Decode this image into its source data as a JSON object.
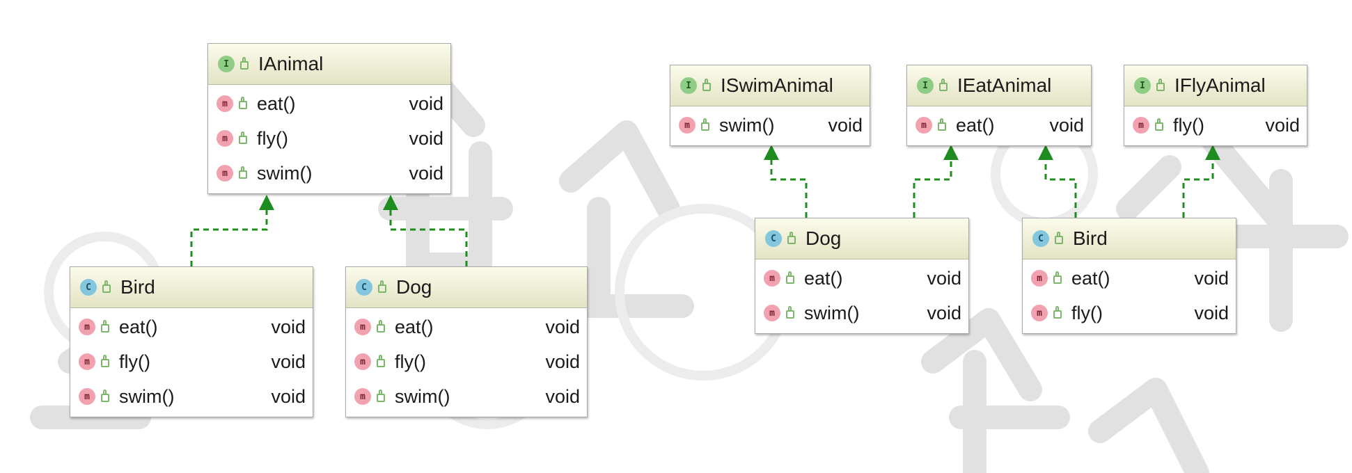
{
  "diagram": {
    "left": {
      "interface": {
        "name": "IAnimal",
        "kind_badge": "I",
        "methods": [
          {
            "name": "eat()",
            "type": "void"
          },
          {
            "name": "fly()",
            "type": "void"
          },
          {
            "name": "swim()",
            "type": "void"
          }
        ]
      },
      "classes": [
        {
          "name": "Bird",
          "kind_badge": "C",
          "implements": [
            "IAnimal"
          ],
          "methods": [
            {
              "name": "eat()",
              "type": "void"
            },
            {
              "name": "fly()",
              "type": "void"
            },
            {
              "name": "swim()",
              "type": "void"
            }
          ]
        },
        {
          "name": "Dog",
          "kind_badge": "C",
          "implements": [
            "IAnimal"
          ],
          "methods": [
            {
              "name": "eat()",
              "type": "void"
            },
            {
              "name": "fly()",
              "type": "void"
            },
            {
              "name": "swim()",
              "type": "void"
            }
          ]
        }
      ]
    },
    "right": {
      "interfaces": [
        {
          "name": "ISwimAnimal",
          "kind_badge": "I",
          "methods": [
            {
              "name": "swim()",
              "type": "void"
            }
          ]
        },
        {
          "name": "IEatAnimal",
          "kind_badge": "I",
          "methods": [
            {
              "name": "eat()",
              "type": "void"
            }
          ]
        },
        {
          "name": "IFlyAnimal",
          "kind_badge": "I",
          "methods": [
            {
              "name": "fly()",
              "type": "void"
            }
          ]
        }
      ],
      "classes": [
        {
          "name": "Dog",
          "kind_badge": "C",
          "implements": [
            "ISwimAnimal",
            "IEatAnimal"
          ],
          "methods": [
            {
              "name": "eat()",
              "type": "void"
            },
            {
              "name": "swim()",
              "type": "void"
            }
          ]
        },
        {
          "name": "Bird",
          "kind_badge": "C",
          "implements": [
            "IEatAnimal",
            "IFlyAnimal"
          ],
          "methods": [
            {
              "name": "eat()",
              "type": "void"
            },
            {
              "name": "fly()",
              "type": "void"
            }
          ]
        }
      ]
    },
    "method_badge": "m",
    "colors": {
      "arrow": "#1e8c1e",
      "header_top": "#fbfbeb",
      "header_bottom": "#e3e3c5",
      "interface_badge": "#8fcc86",
      "class_badge": "#83c6dd",
      "method_badge": "#f2a1ae",
      "visibility_icon": "#7cb66a",
      "watermark": "#dcdcdc"
    },
    "icons": {
      "interface": "interface-badge-icon",
      "class": "class-badge-icon",
      "method": "method-badge-icon",
      "visibility": "public-lock-icon"
    }
  }
}
